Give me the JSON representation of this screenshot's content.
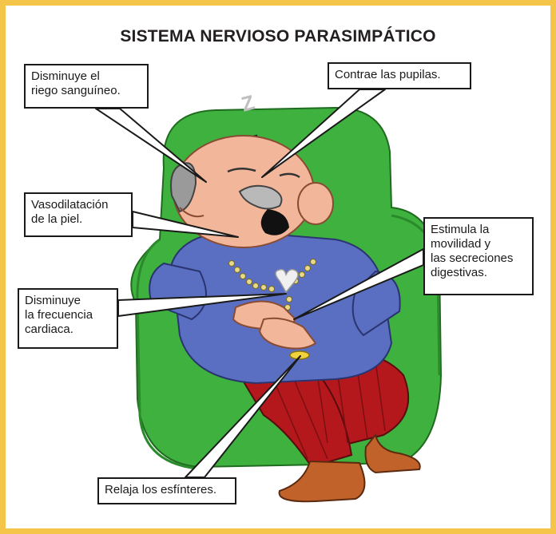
{
  "title": "SISTEMA NERVIOSO PARASIMPÁTICO",
  "callouts": {
    "riego": "Disminuye el\nriego sanguíneo.",
    "pupilas": "Contrae las pupilas.",
    "piel": "Vasodilatación\nde la piel.",
    "digestiva": "Estimula la\nmovilidad y\nlas secreciones\ndigestivas.",
    "cardiaca": "Disminuye\nla frecuencia\ncardiaca.",
    "esfinteres": "Relaja los esfínteres."
  },
  "colors": {
    "frame": "#f5c54a",
    "armchair": "#3fb13f",
    "sweater": "#5a6fc2",
    "trousers": "#b5181c",
    "shoes": "#c0622a",
    "skin": "#f2b79a"
  }
}
